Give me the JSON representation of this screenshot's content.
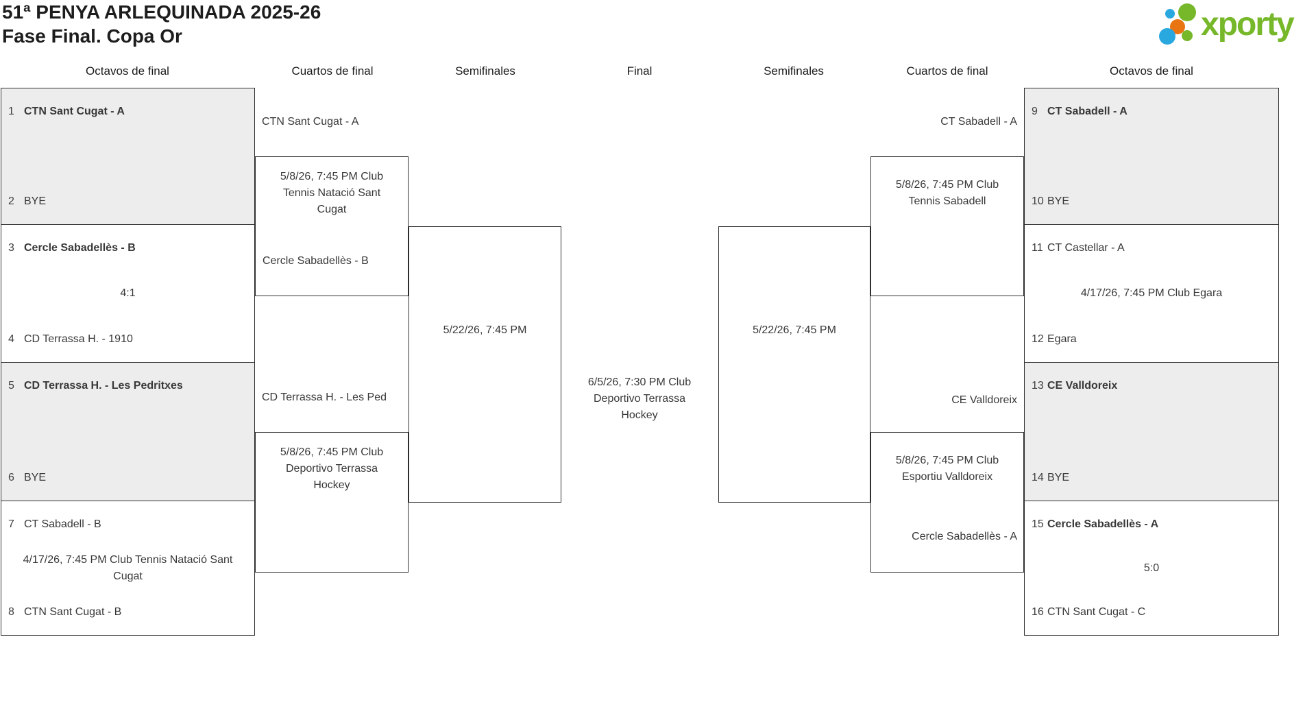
{
  "header": {
    "title": "51ª PENYA ARLEQUINADA 2025-26",
    "subtitle": "Fase Final. Copa Or",
    "logo_text": "xporty"
  },
  "colors": {
    "logo_green": "#76b82a",
    "logo_blue": "#29a8e0",
    "logo_orange": "#e87511",
    "bye_box_fill": "#ededed",
    "box_border": "#2e2e2e",
    "text": "#383838"
  },
  "rounds": {
    "r1": "Octavos de final",
    "r2": "Cuartos de final",
    "r3": "Semifinales",
    "r4": "Final",
    "r5": "Semifinales",
    "r6": "Cuartos de final",
    "r7": "Octavos de final"
  },
  "left": {
    "octavos": [
      {
        "seed1": "1",
        "team1": "CTN Sant Cugat - A",
        "seed2": "2",
        "team2": "BYE",
        "middle": ""
      },
      {
        "seed1": "3",
        "team1": "Cercle Sabadellès - B",
        "seed2": "4",
        "team2": "CD Terrassa H. - 1910",
        "middle": "4:1"
      },
      {
        "seed1": "5",
        "team1": "CD Terrassa H. - Les Pedritxes",
        "seed2": "6",
        "team2": "BYE",
        "middle": ""
      },
      {
        "seed1": "7",
        "team1": "CT Sabadell - B",
        "seed2": "8",
        "team2": "CTN Sant Cugat - B",
        "middle": "4/17/26, 7:45 PM Club Tennis Natació Sant Cugat"
      }
    ],
    "cuartos": [
      {
        "advanced": "CTN Sant Cugat - A",
        "info": "5/8/26, 7:45 PM Club Tennis Natació Sant Cugat",
        "team2": "Cercle Sabadellès - B"
      },
      {
        "advanced": "CD Terrassa H. - Les Ped",
        "info": "5/8/26, 7:45 PM Club Deportivo Terrassa Hockey",
        "team2": ""
      }
    ],
    "semifinal_info": "5/22/26, 7:45 PM"
  },
  "final_info": "6/5/26, 7:30 PM Club Deportivo Terrassa Hockey",
  "right": {
    "semifinal_info": "5/22/26, 7:45 PM",
    "cuartos": [
      {
        "advanced": "CT Sabadell - A",
        "info": "5/8/26, 7:45 PM Club Tennis Sabadell",
        "team2": ""
      },
      {
        "advanced": "CE Valldoreix",
        "info": "5/8/26, 7:45 PM Club Esportiu Valldoreix",
        "team2": "Cercle Sabadellès - A"
      }
    ],
    "octavos": [
      {
        "seed1": "9",
        "team1": "CT Sabadell - A",
        "seed2": "10",
        "team2": "BYE",
        "middle": ""
      },
      {
        "seed1": "11",
        "team1": "CT Castellar - A",
        "seed2": "12",
        "team2": "Egara",
        "middle": "4/17/26, 7:45 PM Club Egara"
      },
      {
        "seed1": "13",
        "team1": "CE Valldoreix",
        "seed2": "14",
        "team2": "BYE",
        "middle": ""
      },
      {
        "seed1": "15",
        "team1": "Cercle Sabadellès - A",
        "seed2": "16",
        "team2": "CTN Sant Cugat - C",
        "middle": "5:0"
      }
    ]
  }
}
